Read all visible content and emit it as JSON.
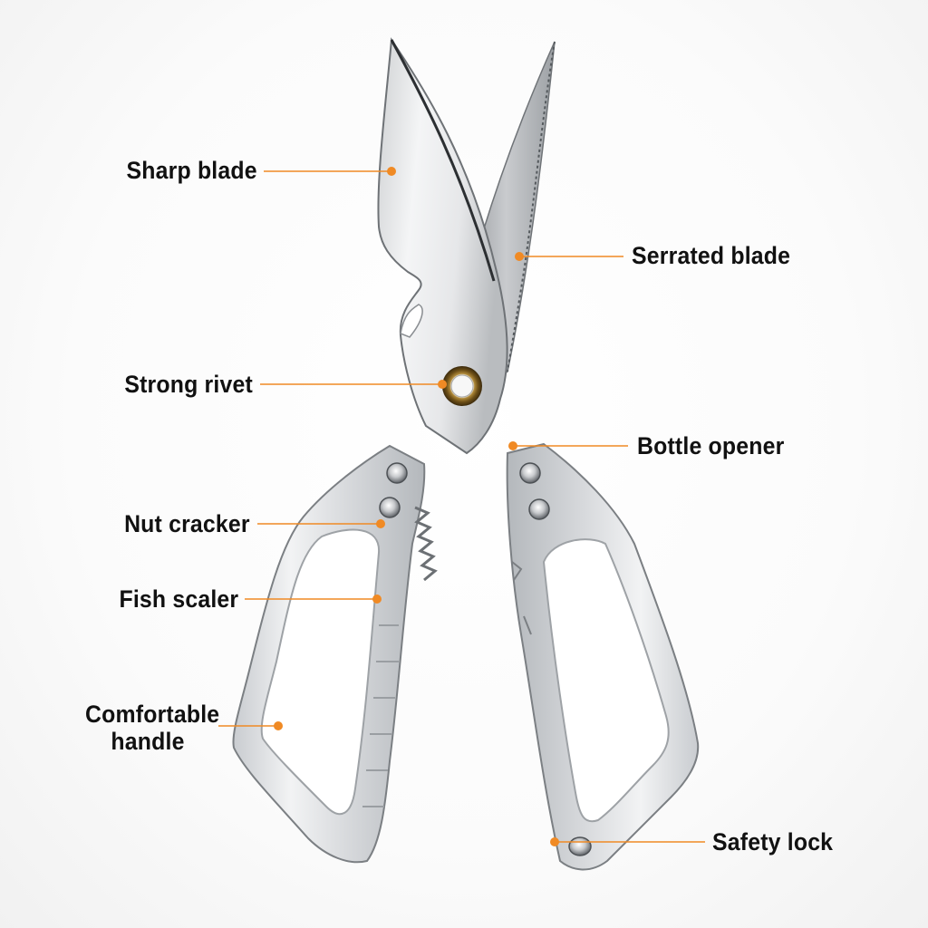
{
  "accent_color": "#f08a24",
  "product": "kitchen scissors",
  "callouts": {
    "sharp_blade": "Sharp blade",
    "serrated_blade": "Serrated blade",
    "strong_rivet": "Strong rivet",
    "bottle_opener": "Bottle opener",
    "nut_cracker": "Nut cracker",
    "fish_scaler": "Fish scaler",
    "comfortable_handle_line1": "Comfortable",
    "comfortable_handle_line2": "handle",
    "safety_lock": "Safety lock"
  }
}
